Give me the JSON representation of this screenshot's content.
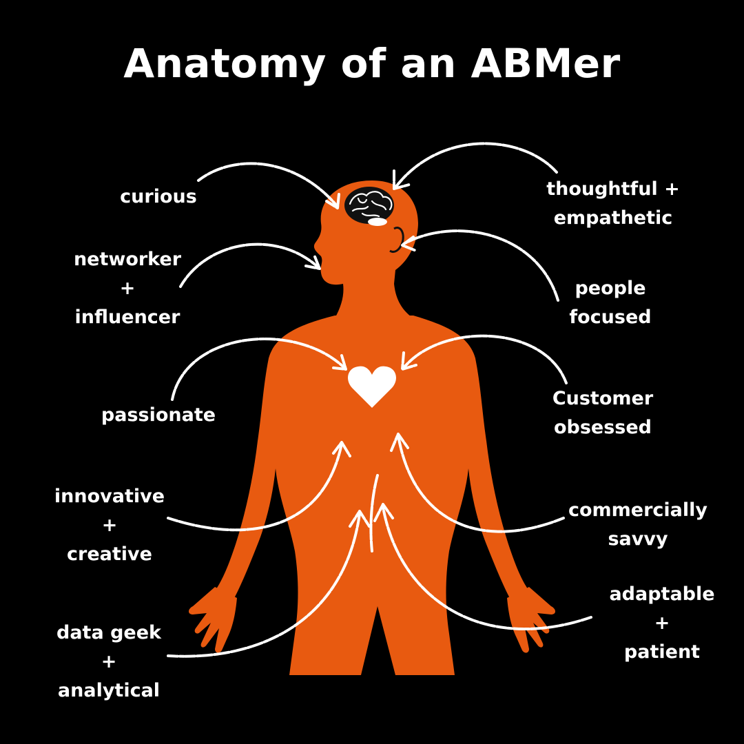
{
  "title": "Anatomy of an ABMer",
  "colors": {
    "background": "#000000",
    "body": "#e85a10",
    "text": "#ffffff",
    "arrows": "#ffffff",
    "heart": "#ffffff",
    "brain": "#111111"
  },
  "icons": {
    "brain": "brain-icon",
    "heart": "heart-icon",
    "figure": "human-silhouette"
  },
  "traits": {
    "curious": {
      "lines": [
        "curious"
      ]
    },
    "networker": {
      "lines": [
        "networker",
        "+",
        "influencer"
      ]
    },
    "passionate": {
      "lines": [
        "passionate"
      ]
    },
    "innovative": {
      "lines": [
        "innovative",
        "+",
        "creative"
      ]
    },
    "data_geek": {
      "lines": [
        "data geek",
        "+",
        "analytical"
      ]
    },
    "thoughtful": {
      "lines": [
        "thoughtful +",
        "empathetic"
      ]
    },
    "people": {
      "lines": [
        "people",
        "focused"
      ]
    },
    "customer": {
      "lines": [
        "Customer",
        "obsessed"
      ]
    },
    "commercial": {
      "lines": [
        "commercially",
        "savvy"
      ]
    },
    "adaptable": {
      "lines": [
        "adaptable",
        "+",
        "patient"
      ]
    }
  }
}
